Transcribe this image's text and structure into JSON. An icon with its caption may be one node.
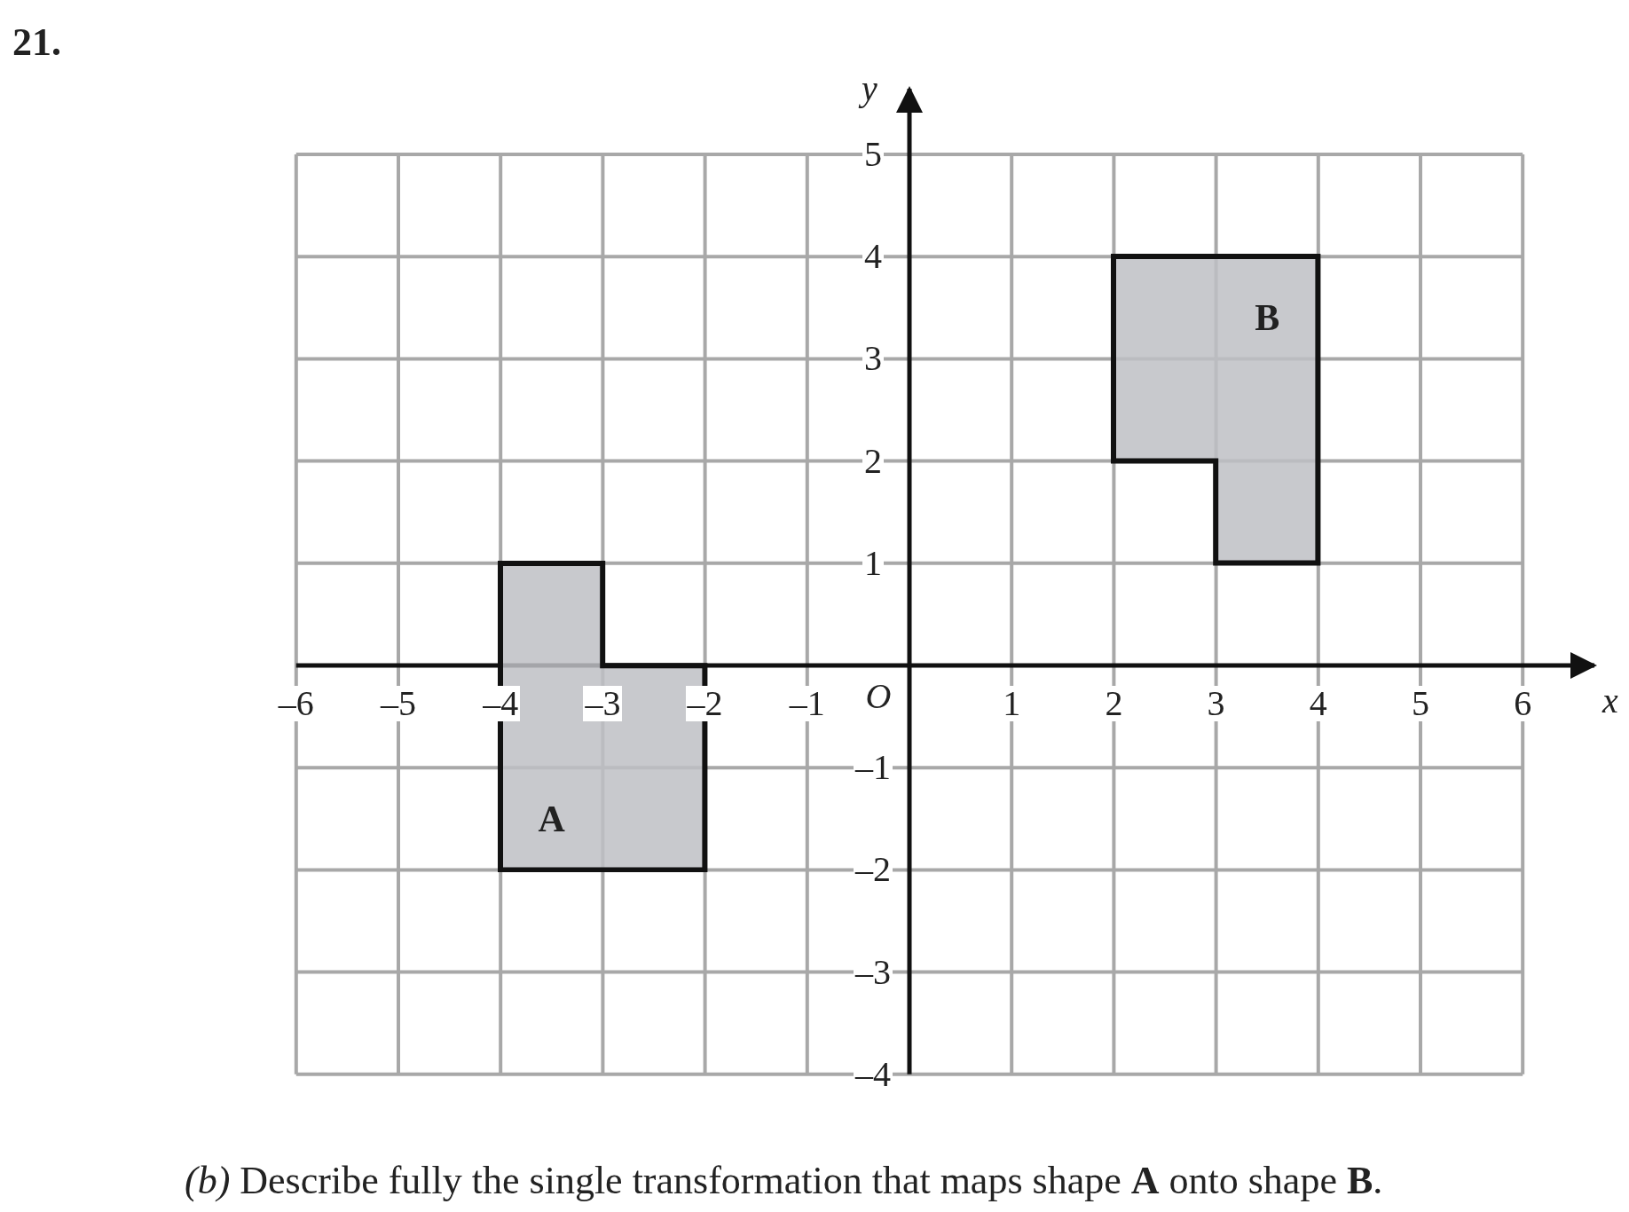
{
  "diagram": {
    "title": "21.",
    "caption": "*(b)* Describe fully the single transformation that maps shape **A** onto shape **B**.",
    "nodes": [
      {
        "text": [
          "A"
        ]
      },
      {
        "text": [
          "B"
        ]
      }
    ],
    "labels": [
      "y",
      "5",
      "4",
      "3",
      "2",
      "1",
      "–6",
      "–5",
      "–4",
      "–3",
      "–2",
      "–1",
      "O",
      "1",
      "2",
      "3",
      "4",
      "5",
      "6",
      "x",
      "–1",
      "–2",
      "–3",
      "–4"
    ]
  }
}
